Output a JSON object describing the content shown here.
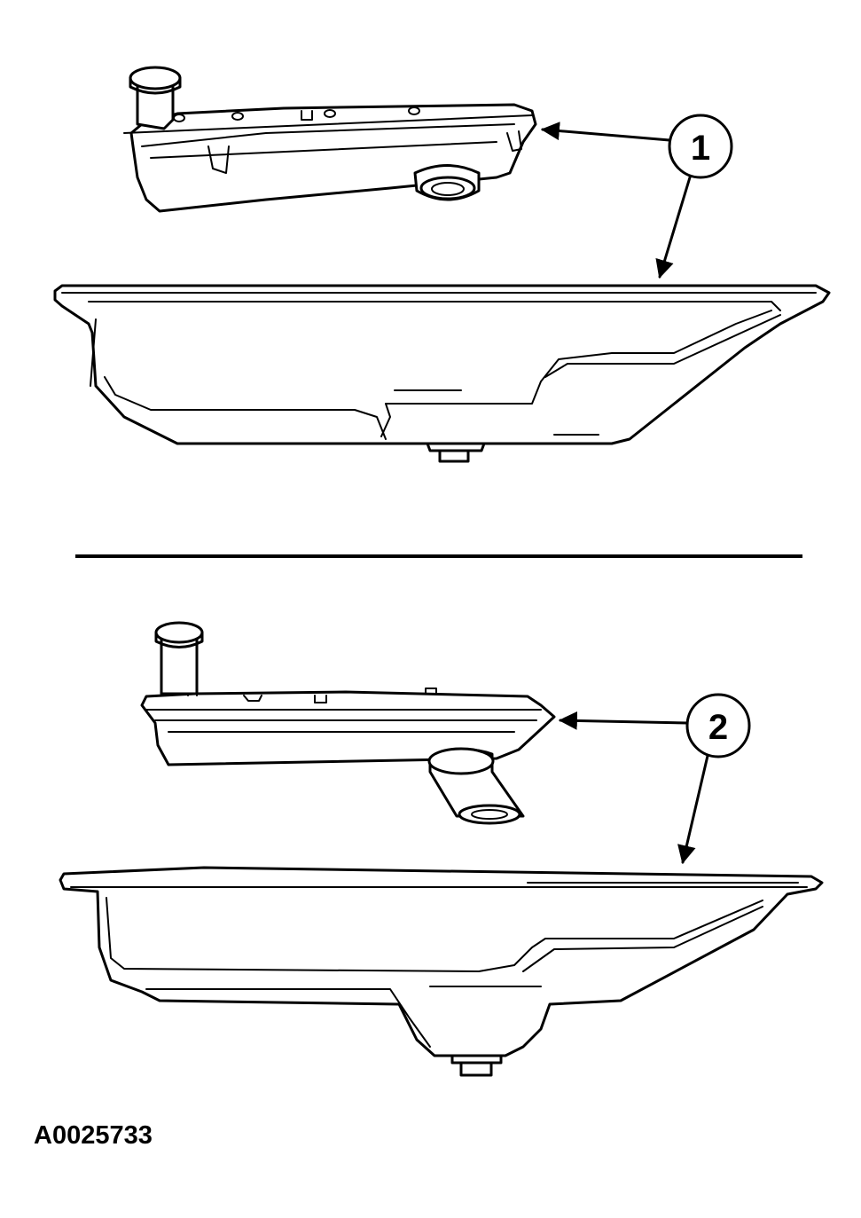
{
  "figure_id": "A0025733",
  "callouts": [
    {
      "label": "1"
    },
    {
      "label": "2"
    }
  ],
  "colors": {
    "line": "#000000",
    "background": "#ffffff"
  }
}
